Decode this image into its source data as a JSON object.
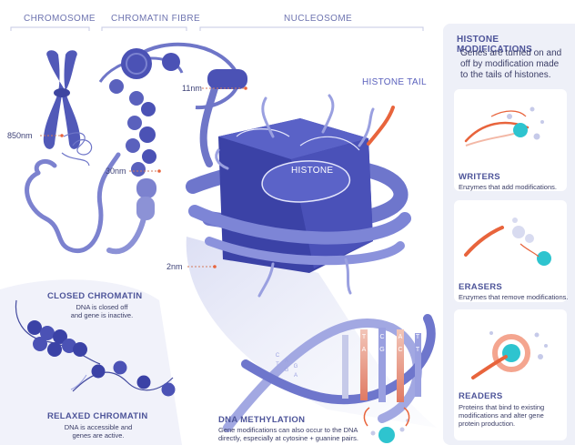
{
  "headers": {
    "chromosome": "CHROMOSOME",
    "chromatin_fibre": "CHROMATIN FIBRE",
    "nucleosome": "NUCLEOSOME"
  },
  "scales": {
    "s850": "850nm",
    "s30": "30nm",
    "s11": "11nm",
    "s2": "2nm"
  },
  "labels": {
    "histone_tail": "HISTONE TAIL",
    "histone": "HISTONE"
  },
  "dna_letters": [
    "T",
    "A",
    "C",
    "G",
    "A",
    "C",
    "T",
    "T",
    "C",
    "A",
    "G",
    "T",
    "G",
    "A"
  ],
  "closed": {
    "title": "CLOSED CHROMATIN",
    "desc_line1": "DNA is closed off",
    "desc_line2": "and gene is inactive."
  },
  "relaxed": {
    "title": "RELAXED CHROMATIN",
    "desc_line1": "DNA is accessible and",
    "desc_line2": "genes are active."
  },
  "methylation": {
    "title": "DNA METHYLATION",
    "desc_line1": "Gene modifications can also occur to the DNA",
    "desc_line2": "directly, especially at cytosine + guanine pairs."
  },
  "histone_mods": {
    "title": "HISTONE MODIFICATIONS",
    "desc_line1": "Genes are turned on and",
    "desc_line2": "off by modification made",
    "desc_line3": "to the tails of histones."
  },
  "writers": {
    "title": "WRITERS",
    "desc": "Enzymes that add modifications."
  },
  "erasers": {
    "title": "ERASERS",
    "desc": "Enzymes that remove modifications."
  },
  "readers": {
    "title": "READERS",
    "desc_line1": "Proteins that bind to existing",
    "desc_line2": "modifications and alter gene",
    "desc_line3": "protein production."
  },
  "colors": {
    "primary": "#4b52b5",
    "dark": "#343a8c",
    "light": "#a9aee0",
    "panel": "#eef0f8",
    "accent_orange": "#e8643c",
    "accent_teal": "#2ec4cf"
  }
}
